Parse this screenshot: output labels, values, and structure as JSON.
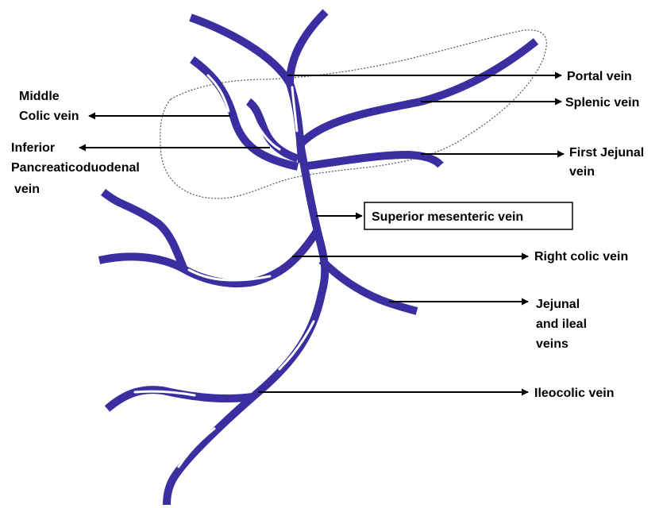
{
  "colors": {
    "vein": "#3a2ea0",
    "arrow": "#000000",
    "text": "#000000",
    "outline": "#555555"
  },
  "labels": {
    "portal_vein": "Portal vein",
    "splenic_vein": "Splenic vein",
    "first_jejunal_line1": "First Jejunal",
    "first_jejunal_line2": "vein",
    "superior_mesenteric_vein": "Superior mesenteric vein",
    "right_colic_vein": "Right colic vein",
    "jejunal_ileal_line1": "Jejunal",
    "jejunal_ileal_line2": "and ileal",
    "jejunal_ileal_line3": "veins",
    "ileocolic_vein": "Ileocolic vein",
    "middle_colic_line1": "Middle",
    "middle_colic_line2": "Colic vein",
    "inferior_pd_line1": "Inferior",
    "inferior_pd_line2": "Pancreaticoduodenal",
    "inferior_pd_line3": "vein"
  }
}
